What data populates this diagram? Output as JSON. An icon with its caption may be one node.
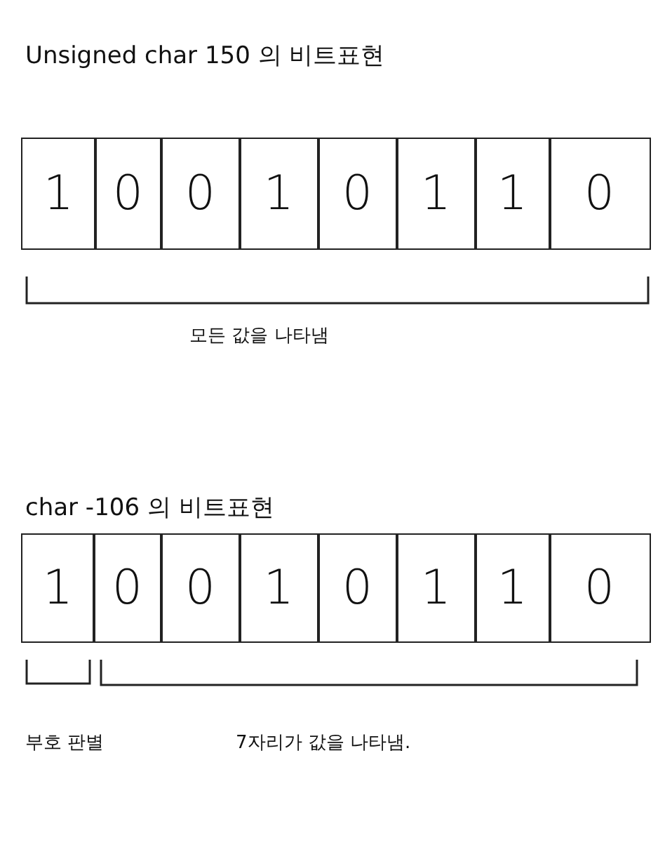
{
  "diagram": {
    "nodes": [
      {
        "text": [
          "1"
        ]
      },
      {
        "text": [
          "0"
        ]
      },
      {
        "text": [
          "0"
        ]
      },
      {
        "text": [
          "1"
        ]
      },
      {
        "text": [
          "0"
        ]
      },
      {
        "text": [
          "1"
        ]
      },
      {
        "text": [
          "1"
        ]
      },
      {
        "text": [
          "0"
        ]
      },
      {
        "text": [
          "1"
        ]
      },
      {
        "text": [
          "0"
        ]
      },
      {
        "text": [
          "0"
        ]
      },
      {
        "text": [
          "1"
        ]
      },
      {
        "text": [
          "0"
        ]
      },
      {
        "text": [
          "1"
        ]
      },
      {
        "text": [
          "1"
        ]
      },
      {
        "text": [
          "0"
        ]
      }
    ],
    "labels": [
      "Unsigned char 150 의 비트표현",
      "모든 값을 나타냄",
      "char -106 의 비트표현",
      "부호 판별",
      "7자리가 값을 나타냄."
    ]
  }
}
